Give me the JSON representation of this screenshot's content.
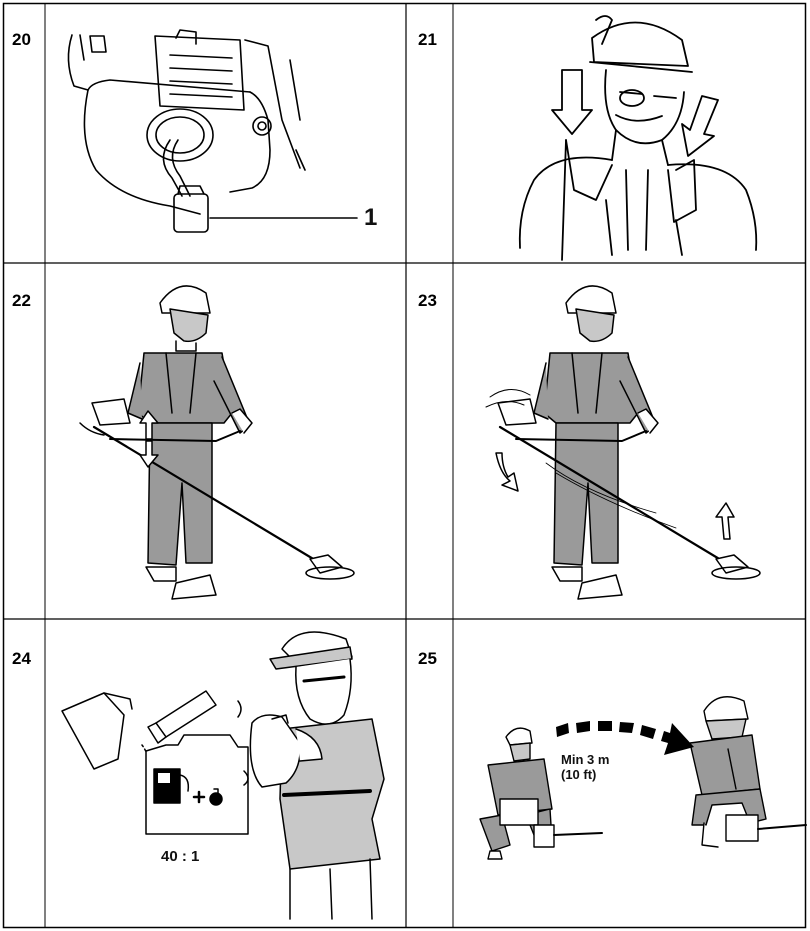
{
  "panels": [
    {
      "number": "20",
      "callout": "1"
    },
    {
      "number": "21"
    },
    {
      "number": "22"
    },
    {
      "number": "23"
    },
    {
      "number": "24",
      "ratio": "40 : 1"
    },
    {
      "number": "25",
      "distance_line1": "Min 3 m",
      "distance_line2": "(10 ft)"
    }
  ],
  "colors": {
    "gray_clothing": "#9a9a9a",
    "light_gray": "#c8c8c8",
    "line": "#000000"
  }
}
